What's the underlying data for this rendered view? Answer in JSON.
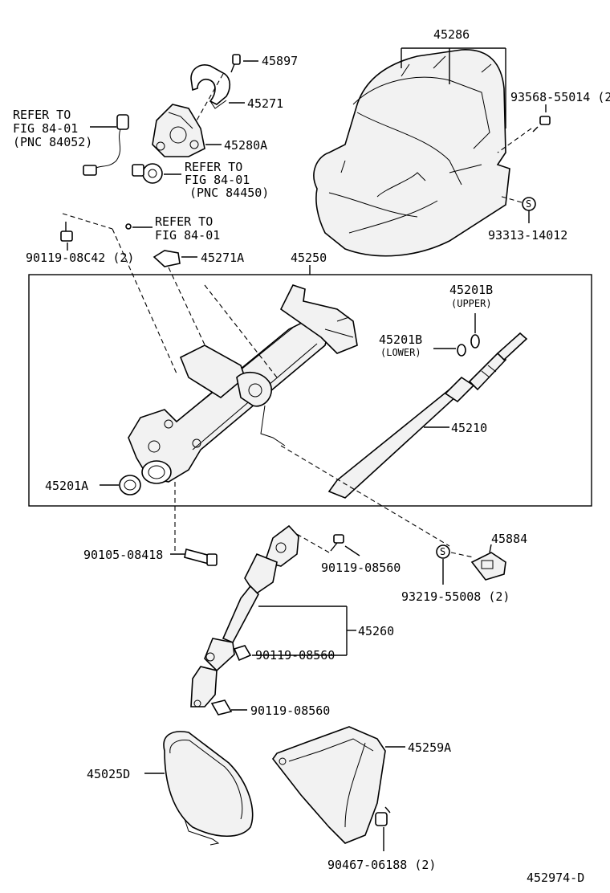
{
  "labels": {
    "p45286": "45286",
    "p45897": "45897",
    "p45271": "45271",
    "p45280a": "45280A",
    "refer1_a": "REFER TO",
    "refer1_b": "FIG 84-01",
    "refer1_c": "(PNC 84052)",
    "refer2_a": "REFER TO",
    "refer2_b": "FIG 84-01",
    "refer2_c": "(PNC 84450)",
    "refer3_a": "REFER TO",
    "refer3_b": "FIG 84-01",
    "p93568": "93568-55014 (2",
    "p93313": "93313-14012",
    "p90119_08c42": "90119-08C42 (2)",
    "p45271a": "45271A",
    "p45250": "45250",
    "p45201b_u": "45201B",
    "upper": "(UPPER)",
    "p45201b_l": "45201B",
    "lower": "(LOWER)",
    "p45210": "45210",
    "p45201a": "45201A",
    "p45884": "45884",
    "p90105": "90105-08418",
    "p90119_a": "90119-08560",
    "p93219": "93219-55008 (2)",
    "p45260": "45260",
    "p90119_b": "90119-08560",
    "p90119_c": "90119-08560",
    "p45025d": "45025D",
    "p45259a": "45259A",
    "p90467": "90467-06188 (2)",
    "figure_id": "452974-D"
  }
}
